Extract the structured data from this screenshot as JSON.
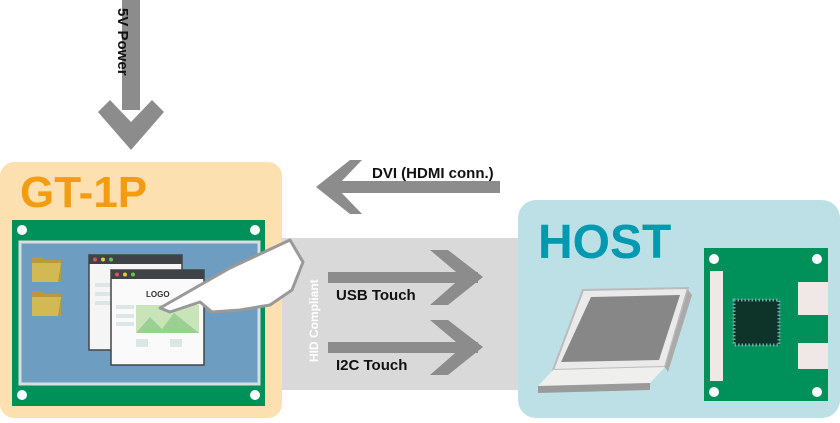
{
  "power": {
    "label": "5V Power"
  },
  "device": {
    "title": "GT-1P",
    "window_logo": "LOGO"
  },
  "host": {
    "title": "HOST"
  },
  "connections": {
    "video": "DVI (HDMI conn.)",
    "usb": "USB Touch",
    "i2c": "I2C Touch",
    "hid": "HID Compliant"
  },
  "colors": {
    "device_bg": "#fde0b0",
    "device_title": "#f39c12",
    "host_bg": "#bde0e6",
    "host_title": "#0099b0",
    "pcb": "#00915a",
    "arrow": "#8c8c8c",
    "band": "#d9d9d9"
  }
}
